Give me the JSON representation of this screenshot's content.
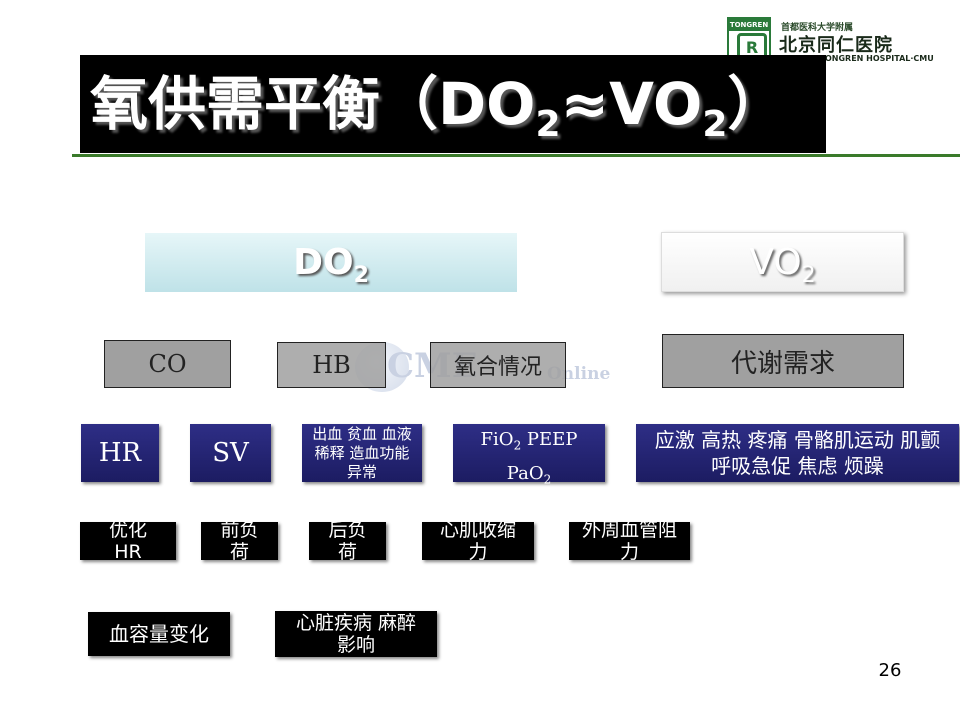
{
  "logo": {
    "tag": "TONGREN",
    "mark": "R",
    "small_text": "首都医科大学附属",
    "name": "北京同仁医院",
    "english": "BEIJING TONGREN HOSPITAL·CMU"
  },
  "title": {
    "main": "氧供需平衡（",
    "do": "DO",
    "approx": "≈VO",
    "sub": "2",
    "close": "）"
  },
  "headers": {
    "do_label": "DO",
    "vo_label": "VO",
    "sub": "2"
  },
  "row1": {
    "co": "CO",
    "hb": "HB",
    "oxygenation": "氧合情况",
    "metabolic": "代谢需求"
  },
  "row2": {
    "hr": "HR",
    "sv": "SV",
    "hb_causes": "出血 贫血 血液稀释 造血功能异常",
    "fio2": "FiO",
    "fio2_sub": "2",
    "peep": " PEEP",
    "pao2": "PaO",
    "pao2_sub": "2",
    "metabolic_causes": "应激 高热 疼痛 骨骼肌运动 肌颤 呼吸急促 焦虑 烦躁"
  },
  "row3": {
    "optimize_hr": "优化HR",
    "preload": "前负荷",
    "afterload": "后负荷",
    "contractility": "心肌收缩力",
    "peripheral_resistance": "外周血管阻力"
  },
  "row4": {
    "volume_change": "血容量变化",
    "disease_anesthesia": "心脏疾病 麻醉影响"
  },
  "watermark": {
    "text": "CME",
    "online": "Online"
  },
  "page_number": "26"
}
